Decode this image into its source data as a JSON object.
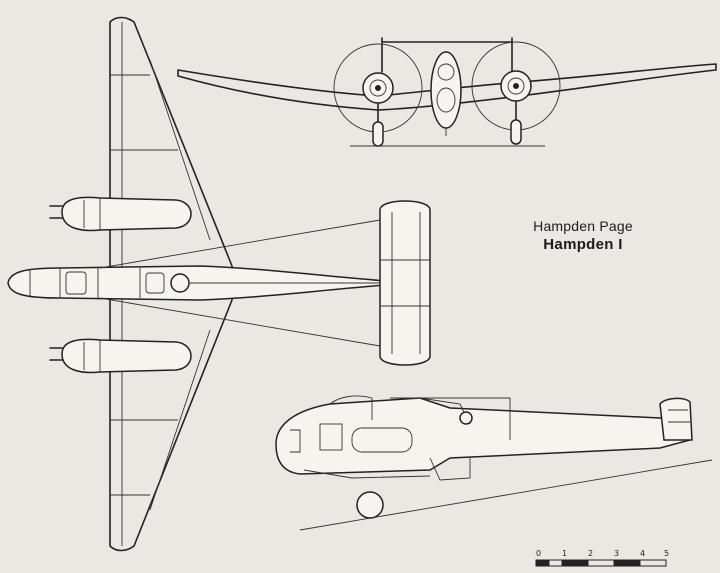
{
  "caption": {
    "line1": "Hampden Page",
    "line2": "Hampden I"
  },
  "scale_bar": {
    "labels": [
      "0",
      "1",
      "2",
      "3",
      "4",
      "5"
    ]
  }
}
